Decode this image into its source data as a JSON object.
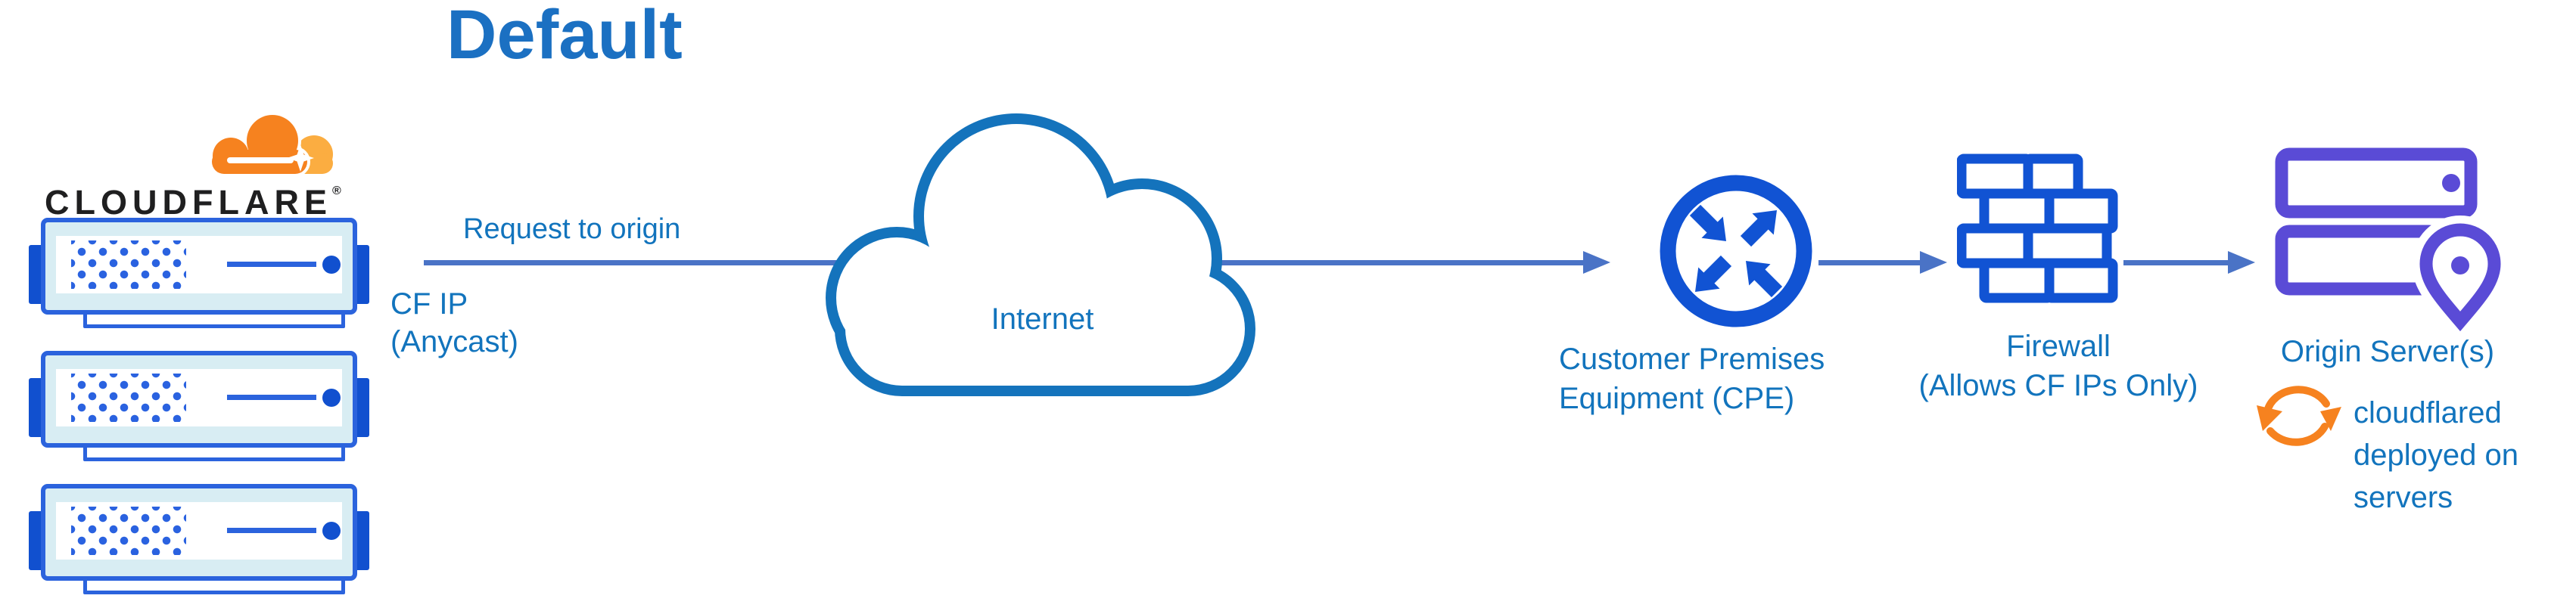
{
  "title": "Default",
  "cloudflare_node": {
    "wordmark": "CLOUDFLARE",
    "registered_mark": "®"
  },
  "flow": {
    "request_arrow_label": "Request to origin",
    "cf_ip_label": [
      "CF IP",
      "(Anycast)"
    ]
  },
  "internet_node": {
    "label": "Internet"
  },
  "cpe_node": {
    "label": [
      "Customer Premises",
      "Equipment (CPE)"
    ]
  },
  "firewall_node": {
    "label": [
      "Firewall",
      "(Allows CF IPs Only)"
    ]
  },
  "origin_node": {
    "label": "Origin Server(s)",
    "annotation": [
      "cloudflared",
      "deployed on",
      "servers"
    ]
  },
  "colors": {
    "label_text": "#1274bd",
    "title_text": "#1b70c2",
    "arrow": "#4a73c6",
    "icon_blue": "#1153d3",
    "server_border_blue": "#2b63dd",
    "server_solid_blue": "#1150cf",
    "server_pale_fill": "#d8edf3",
    "cloud_outline": "#1473bc",
    "origin_purple": "#5a4bd6",
    "cf_orange": "#f6821f",
    "cf_orange_light": "#fbad41",
    "wordmark_dark": "#1f1f20"
  }
}
